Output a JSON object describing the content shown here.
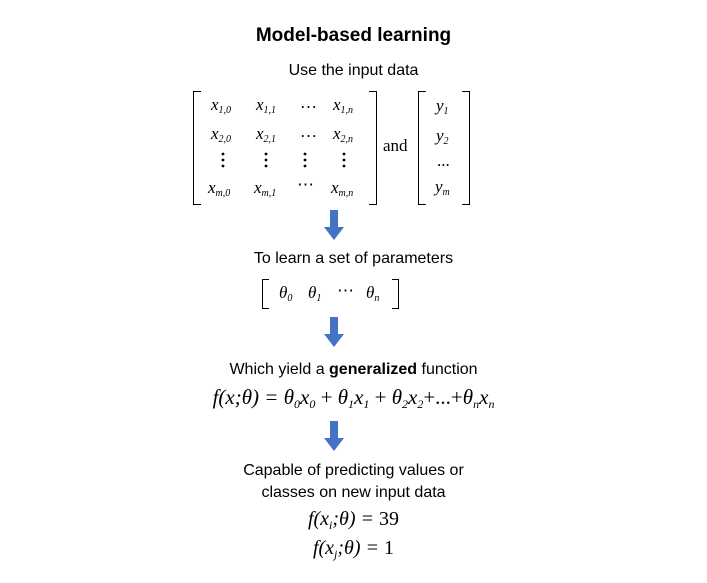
{
  "title": "Model-based learning",
  "step1": "Use the input data",
  "step2": "To learn a set of parameters",
  "step3_before": "Which yield a ",
  "step3_bold": "generalized",
  "step3_after": " function",
  "step4_line1": "Capable of predicting values or",
  "step4_line2": "classes on new input data",
  "and_word": "and",
  "matrix_x": [
    [
      "x",
      "1,0",
      "x",
      "1,1",
      "…",
      "x",
      "1,n"
    ],
    [
      "x",
      "2,0",
      "x",
      "2,1",
      "…",
      "x",
      "2,n"
    ],
    [
      "x",
      "m,0",
      "x",
      "m,1",
      "⋯",
      "x",
      "m,n"
    ]
  ],
  "vector_y": {
    "y1": [
      "y",
      "1"
    ],
    "y2": [
      "y",
      "2"
    ],
    "dots": "...",
    "ym": [
      "y",
      "m"
    ]
  },
  "theta": {
    "t0": [
      "θ",
      "0"
    ],
    "t1": [
      "θ",
      "1"
    ],
    "dots": "⋯",
    "tn": [
      "θ",
      "n"
    ]
  },
  "function_eq": {
    "lhs": "f(x;θ) = ",
    "terms": [
      [
        "θ",
        "0",
        "x",
        "0"
      ],
      [
        "θ",
        "1",
        "x",
        "1"
      ],
      [
        "θ",
        "2",
        "x",
        "2"
      ],
      [
        "θ",
        "n",
        "x",
        "n"
      ]
    ],
    "mid": "+...+"
  },
  "pred1": {
    "lhs": "f(x",
    "sub": "i",
    "rhs": ";θ) = ",
    "value": "39"
  },
  "pred2": {
    "lhs": "f(x",
    "sub": "j",
    "rhs": ";θ) = ",
    "value": "1"
  },
  "colors": {
    "arrow": "#4472c4",
    "text": "#000000"
  },
  "icons": {
    "arrow": "down-arrow-icon"
  }
}
